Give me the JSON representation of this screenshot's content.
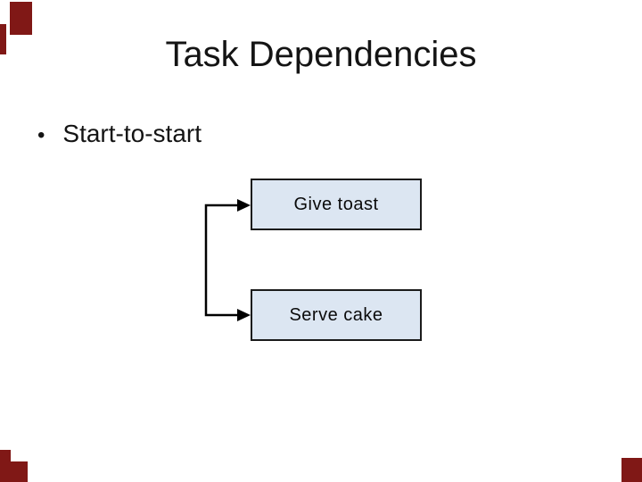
{
  "slide": {
    "title": "Task Dependencies",
    "bullet": {
      "marker": "•",
      "text": "Start-to-start"
    }
  },
  "diagram": {
    "type": "task-dependency-flow",
    "dependency_kind": "start-to-start",
    "nodes": [
      {
        "id": "give-toast",
        "label": "Give toast"
      },
      {
        "id": "serve-cake",
        "label": "Serve cake"
      }
    ],
    "edges": [
      {
        "from": "shared-start-connector",
        "to": "give-toast",
        "arrow": "right"
      },
      {
        "from": "shared-start-connector",
        "to": "serve-cake",
        "arrow": "right"
      }
    ],
    "colors": {
      "node_fill": "#dce6f2",
      "node_border": "#1b1b1b",
      "connector": "#000000",
      "text": "#141414"
    }
  },
  "decor": {
    "corner_mark_color": "#801816"
  }
}
